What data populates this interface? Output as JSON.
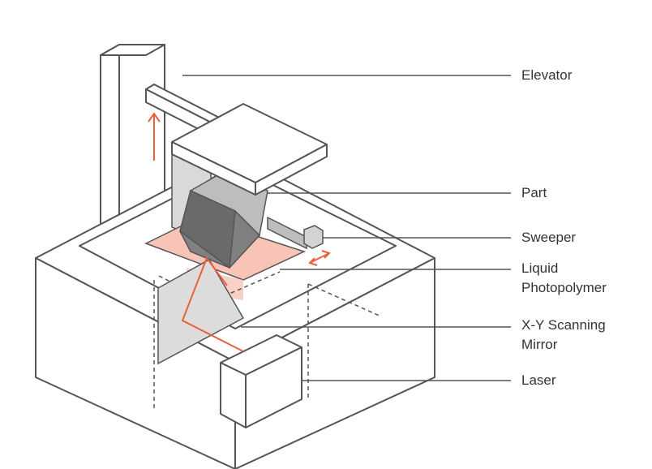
{
  "labels": {
    "elevator": "Elevator",
    "part": "Part",
    "sweeper": "Sweeper",
    "liquid_line1": "Liquid",
    "liquid_line2": "Photopolymer",
    "mirror_line1": "X-Y Scanning",
    "mirror_line2": "Mirror",
    "laser": "Laser"
  },
  "colors": {
    "line": "#555555",
    "accent": "#e8603c",
    "resin": "#f7c4b7",
    "shadow": "#d9d9d9",
    "mirror": "#dcdcdc"
  }
}
